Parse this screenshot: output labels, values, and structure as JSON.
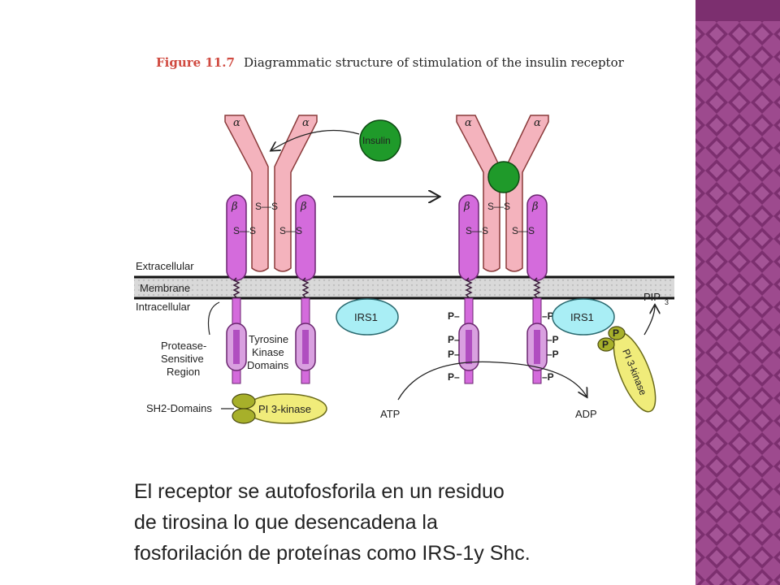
{
  "figure": {
    "number": "Figure 11.7",
    "title": "Diagrammatic structure of stimulation of the insulin receptor"
  },
  "labels": {
    "alpha": "α",
    "beta": "β",
    "ss": "S—S",
    "insulin": "Insulin",
    "extracellular": "Extracellular",
    "membrane": "Membrane",
    "intracellular": "Intracellular",
    "irs1": "IRS1",
    "tyrosine_kinase": [
      "Tyrosine",
      "Kinase",
      "Domains"
    ],
    "protease": [
      "Protease-",
      "Sensitive",
      "Region"
    ],
    "sh2": "SH2-Domains",
    "pi3k": "PI 3-kinase",
    "pip3": "PIP",
    "pip3_sub": "3",
    "atp": "ATP",
    "adp": "ADP",
    "p_left": "P–",
    "p_right": "–P",
    "p_small": "P"
  },
  "caption": {
    "lines": [
      "El receptor se autofosforila en un residuo",
      "de tirosina lo que desencadena la",
      "fosforilación de proteínas como IRS-1y Shc."
    ]
  },
  "colors": {
    "alpha_chain": "#f4b3bd",
    "beta_chain": "#d46bdc",
    "insulin": "#1f9a2a",
    "irs1": "#a9eef5",
    "pi3k": "#f0ec7a",
    "sh2": "#a7b02a",
    "membrane": "#d6d6d6",
    "sidebar": "#8a3a7c"
  }
}
